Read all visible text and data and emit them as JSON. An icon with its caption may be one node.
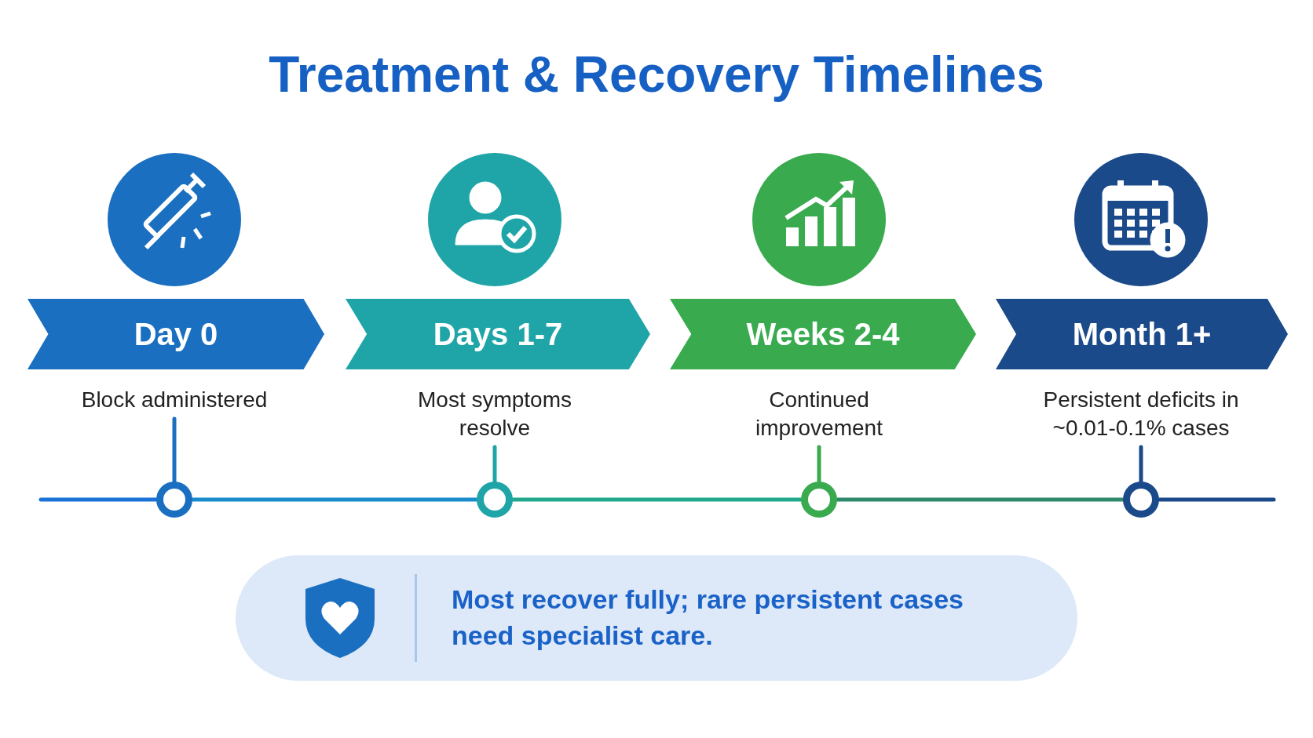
{
  "diagram": {
    "title": "Treatment & Recovery Timelines",
    "nodes": [
      {
        "text": [
          "Day 0"
        ]
      },
      {
        "text": [
          "Days 1-7"
        ]
      },
      {
        "text": [
          "Weeks 2-4"
        ]
      },
      {
        "text": [
          "Month 1+"
        ]
      },
      {
        "text": [
          "Block administered"
        ]
      },
      {
        "text": [
          "Most symptoms resolve"
        ]
      },
      {
        "text": [
          "Continued improvement"
        ]
      },
      {
        "text": [
          "Persistent deficits in ~0.01-0.1% cases"
        ]
      },
      {
        "text": [],
        "shape": "circle"
      },
      {
        "text": [],
        "shape": "circle"
      },
      {
        "text": [],
        "shape": "circle"
      },
      {
        "text": [],
        "shape": "circle"
      },
      {
        "text": [
          "Most recover fully; rare persistent cases need specialist care."
        ]
      }
    ],
    "edges": [
      {
        "from": 4,
        "to": 8,
        "arrow": "none",
        "color": "#1a6fc0"
      },
      {
        "from": 5,
        "to": 9,
        "arrow": "none",
        "color": "#1fa5a8"
      },
      {
        "from": 6,
        "to": 10,
        "arrow": "none",
        "color": "#3aaa4f"
      },
      {
        "from": 7,
        "to": 11,
        "arrow": "none",
        "color": "#1b4a8a"
      },
      {
        "from": null,
        "to": 8,
        "arrow": "none",
        "color": "#1a73d6"
      },
      {
        "from": 8,
        "to": 9,
        "arrow": "none",
        "color": "#1a8ccc"
      },
      {
        "from": 9,
        "to": 10,
        "arrow": "none",
        "color": "#22a88c"
      },
      {
        "from": 10,
        "to": 11,
        "arrow": "none",
        "color": "#2f8a6a"
      },
      {
        "from": 11,
        "to": null,
        "arrow": "none",
        "color": "#1b4a8a"
      }
    ]
  }
}
